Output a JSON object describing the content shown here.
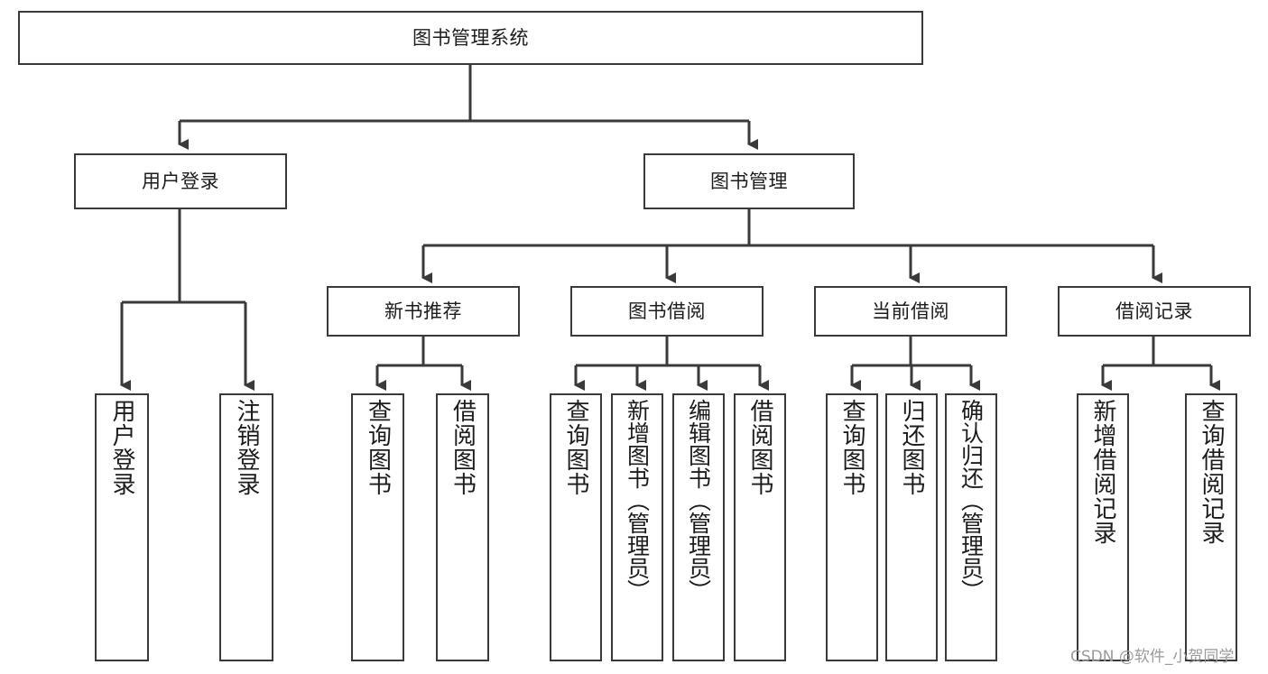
{
  "diagram": {
    "type": "hierarchy-tree",
    "title": "图书管理系统",
    "watermark": "CSDN @软件_小贺同学",
    "colors": {
      "background": "#ffffff",
      "box_border": "#3a3a3a",
      "box_fill": "#ffffff",
      "connector": "#3a3a3a",
      "text": "#1c1c1c",
      "watermark": "#9b9b9b"
    },
    "nodes": {
      "root": {
        "label": "图书管理系统"
      },
      "level1": [
        {
          "label": "用户登录"
        },
        {
          "label": "图书管理"
        }
      ],
      "level2": [
        {
          "label": "新书推荐"
        },
        {
          "label": "图书借阅"
        },
        {
          "label": "当前借阅"
        },
        {
          "label": "借阅记录"
        }
      ],
      "leaves": {
        "user_login": [
          {
            "label": "用户登录"
          },
          {
            "label": "注销登录"
          }
        ],
        "new_book_recommend": [
          {
            "label": "查询图书"
          },
          {
            "label": "借阅图书"
          }
        ],
        "book_borrow": [
          {
            "label": "查询图书"
          },
          {
            "label": "新增图书（管理员）"
          },
          {
            "label": "编辑图书（管理员）"
          },
          {
            "label": "借阅图书"
          }
        ],
        "current_borrow": [
          {
            "label": "查询图书"
          },
          {
            "label": "归还图书"
          },
          {
            "label": "确认归还（管理员）"
          }
        ],
        "borrow_record": [
          {
            "label": "新增借阅记录"
          },
          {
            "label": "查询借阅记录"
          }
        ]
      }
    }
  }
}
